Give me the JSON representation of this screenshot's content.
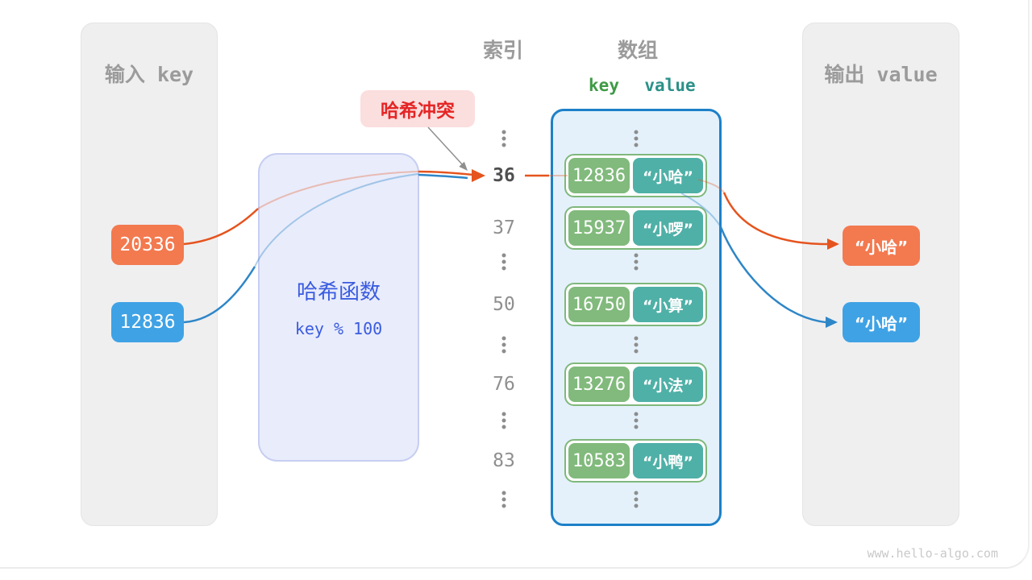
{
  "panels": {
    "input": {
      "title": "输入 key"
    },
    "output": {
      "title": "输出 value"
    }
  },
  "input_keys": [
    {
      "value": "20336",
      "color": "#f3794f"
    },
    {
      "value": "12836",
      "color": "#3fa2e5"
    }
  ],
  "hash_box": {
    "name": "哈希函数",
    "formula": "key % 100"
  },
  "collision_label": "哈希冲突",
  "headers": {
    "index": "索引",
    "array": "数组",
    "key": "key",
    "value": "value"
  },
  "index_column": [
    "36",
    "37",
    "50",
    "76",
    "83"
  ],
  "buckets": [
    {
      "index": "36",
      "key": "12836",
      "value": "“小哈”"
    },
    {
      "index": "37",
      "key": "15937",
      "value": "“小啰”"
    },
    {
      "index": "50",
      "key": "16750",
      "value": "“小算”"
    },
    {
      "index": "76",
      "key": "13276",
      "value": "“小法”"
    },
    {
      "index": "83",
      "key": "10583",
      "value": "“小鸭”"
    }
  ],
  "outputs": [
    {
      "value": "“小哈”",
      "color": "#f3794f"
    },
    {
      "value": "“小哈”",
      "color": "#3fa2e5"
    }
  ],
  "footer": "www.hello-algo.com",
  "colors": {
    "arrow_orange": "#e5541e",
    "arrow_blue": "#2e86c7",
    "panel_gray": "#efeff0",
    "hash_fill": "#e9ecfb",
    "hash_text": "#3a5ce0",
    "array_border": "#1d80c8",
    "array_fill": "#e4f1fb",
    "bucket_key_green": "#81ba7c",
    "bucket_value_teal": "#4fb0a7",
    "collision_bg": "#fbdede",
    "collision_text": "#e42525"
  }
}
